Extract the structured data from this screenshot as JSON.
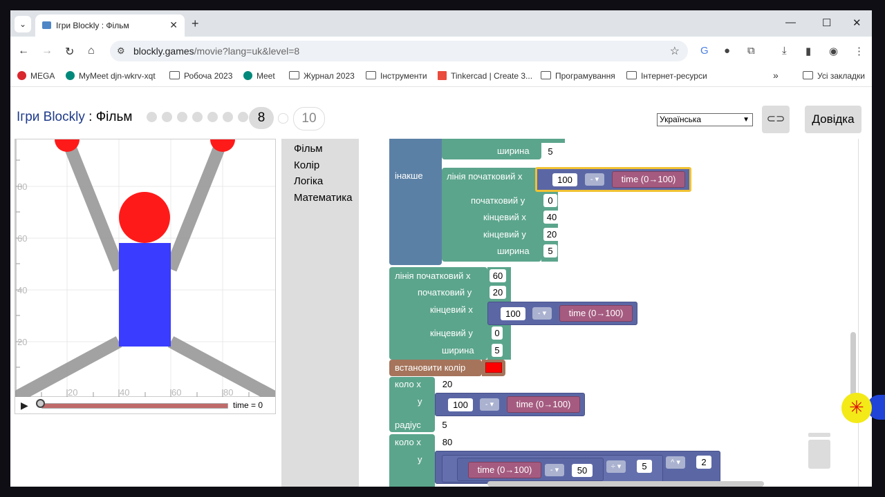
{
  "browser": {
    "tab_title": "Ігри Blockly : Фільм",
    "url_host": "blockly.games",
    "url_path": "/movie?lang=uk&level=8",
    "window_controls": [
      "—",
      "☐",
      "✕"
    ]
  },
  "bookmarks": [
    {
      "label": "MEGA",
      "icon": "mega-icon",
      "color": "#d9272e"
    },
    {
      "label": "MyMeet djn-wkrv-xqt",
      "icon": "meet-icon",
      "color": "#00897b"
    },
    {
      "label": "Робоча 2023",
      "icon": "folder-icon"
    },
    {
      "label": "Meet",
      "icon": "meet-icon",
      "color": "#00897b"
    },
    {
      "label": "Журнал 2023",
      "icon": "folder-icon"
    },
    {
      "label": "Інструменти",
      "icon": "folder-icon"
    },
    {
      "label": "Tinkercad | Create 3...",
      "icon": "tinkercad-icon",
      "color": "#e94b3c"
    },
    {
      "label": "Програмування",
      "icon": "folder-icon"
    },
    {
      "label": "Інтернет-ресурси",
      "icon": "folder-icon"
    },
    {
      "label": "»",
      "icon": "more-icon"
    },
    {
      "label": "Усі закладки",
      "icon": "folder-icon"
    }
  ],
  "page": {
    "title_brand": "Ігри Blockly",
    "title_sep": " : ",
    "title_game": "Фільм",
    "current_level": "8",
    "last_level": "10",
    "language": "Українська",
    "help_label": "Довідка"
  },
  "visual": {
    "grid_labels_y": [
      "80",
      "60",
      "40",
      "20"
    ],
    "grid_labels_x": [
      "20",
      "40",
      "60",
      "80"
    ],
    "time_label": "time = 0"
  },
  "toolbox": [
    "Фільм",
    "Колір",
    "Логіка",
    "Математика"
  ],
  "blocks": {
    "width_label": "ширина",
    "else_label": "інакше",
    "line_x1": "лінія початковий х",
    "y1": "початковий у",
    "x2": "кінцевий х",
    "y2": "кінцевий у",
    "set_color": "встановити колір",
    "circle_x": "коло х",
    "y": "у",
    "radius": "радіус",
    "time_expr": "time (0→100)",
    "minus": "- ▾",
    "div": "÷ ▾",
    "pow": "^ ▾",
    "v_5a": "5",
    "v_100a": "100",
    "v_0a": "0",
    "v_40": "40",
    "v_20a": "20",
    "v_5b": "5",
    "v_60": "60",
    "v_20b": "20",
    "v_100b": "100",
    "v_0b": "0",
    "v_5c": "5",
    "v_20c": "20",
    "v_100c": "100",
    "v_5d": "5",
    "v_80": "80",
    "v_50": "50",
    "v_5e": "5",
    "v_2": "2"
  },
  "colors": {
    "block_green": "#5ba58c",
    "block_blue": "#5b80a5",
    "block_math": "#5b67a5",
    "block_colour": "#a5745b",
    "selected_color": "#ff0000"
  }
}
